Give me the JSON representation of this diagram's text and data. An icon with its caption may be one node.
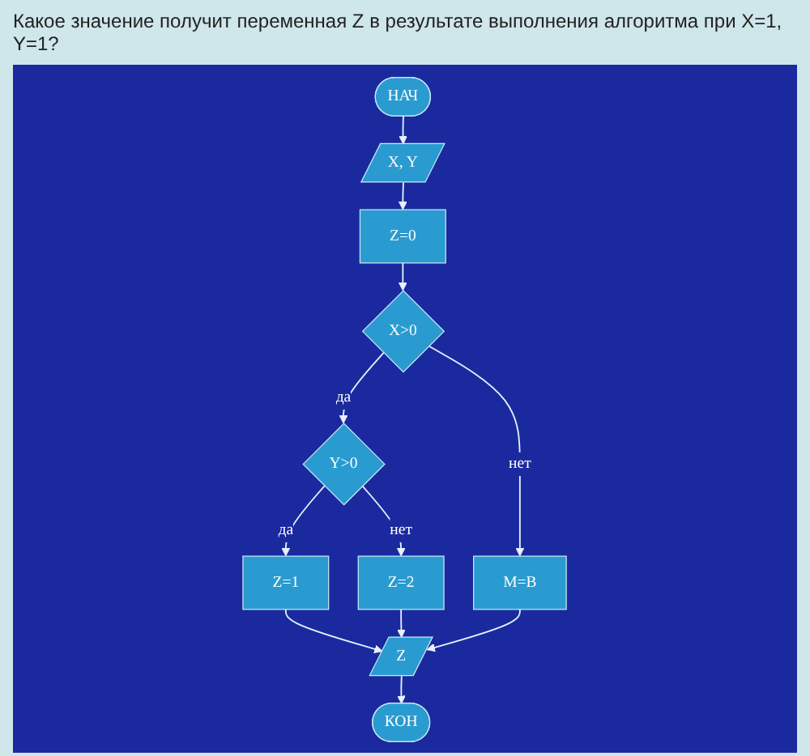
{
  "diagram": {
    "title": "Какое значение получит переменная Z в результате выполнения алгоритма при X=1, Y=1?",
    "nodes": [
      {
        "text": [
          "НАЧ"
        ]
      },
      {
        "text": [
          "X, Y"
        ]
      },
      {
        "text": [
          "Z=0"
        ]
      },
      {
        "text": [
          "X>0"
        ]
      },
      {
        "text": [
          "Y>0"
        ]
      },
      {
        "text": [
          "M=B"
        ]
      },
      {
        "text": [
          "Z=1"
        ]
      },
      {
        "text": [
          "Z=2"
        ]
      },
      {
        "text": [
          "Z"
        ]
      },
      {
        "text": [
          "КОН"
        ]
      }
    ],
    "edges": [
      {
        "from": 0,
        "to": 1,
        "arrow": "to"
      },
      {
        "from": 1,
        "to": 2,
        "arrow": "to"
      },
      {
        "from": 2,
        "to": 3,
        "arrow": "to"
      },
      {
        "from": 3,
        "to": 4,
        "arrow": "to",
        "label": "да"
      },
      {
        "from": 3,
        "to": 5,
        "arrow": "to",
        "label": "нет"
      },
      {
        "from": 4,
        "to": 6,
        "arrow": "to",
        "label": "да"
      },
      {
        "from": 4,
        "to": 7,
        "arrow": "to",
        "label": "нет"
      },
      {
        "from": 6,
        "to": 8,
        "arrow": "to"
      },
      {
        "from": 7,
        "to": 8,
        "arrow": "to"
      },
      {
        "from": 5,
        "to": 8,
        "arrow": "to"
      },
      {
        "from": 8,
        "to": 9,
        "arrow": "to"
      }
    ]
  }
}
